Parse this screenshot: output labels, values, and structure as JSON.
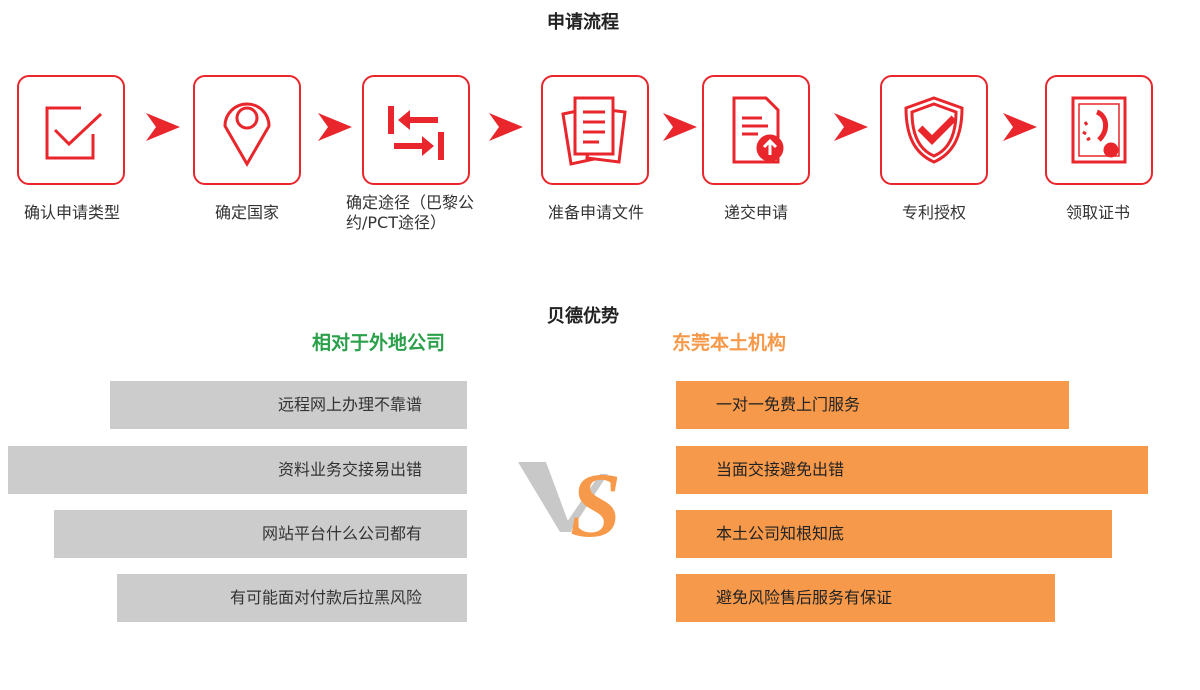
{
  "process": {
    "title": "申请流程",
    "steps": [
      {
        "label": "确认申请类型",
        "icon": "checkbox-icon"
      },
      {
        "label": "确定国家",
        "icon": "location-pin-icon"
      },
      {
        "label": "确定途径（巴黎公约/PCT途径）",
        "icon": "route-arrows-icon"
      },
      {
        "label": "准备申请文件",
        "icon": "documents-icon"
      },
      {
        "label": "递交申请",
        "icon": "upload-document-icon"
      },
      {
        "label": "专利授权",
        "icon": "shield-check-icon"
      },
      {
        "label": "领取证书",
        "icon": "certificate-icon"
      }
    ]
  },
  "advantages": {
    "title": "贝德优势",
    "left_title": "相对于外地公司",
    "right_title": "东莞本土机构",
    "left_items": [
      "远程网上办理不靠谱",
      "资料业务交接易出错",
      "网站平台什么公司都有",
      "有可能面对付款后拉黑风险"
    ],
    "right_items": [
      "一对一免费上门服务",
      "当面交接避免出错",
      "本土公司知根知底",
      "避免风险售后服务有保证"
    ],
    "vs": "VS"
  },
  "colors": {
    "red": "#e8262b",
    "green": "#2aa04a",
    "orange": "#f7994a",
    "gray": "#cccccc"
  }
}
